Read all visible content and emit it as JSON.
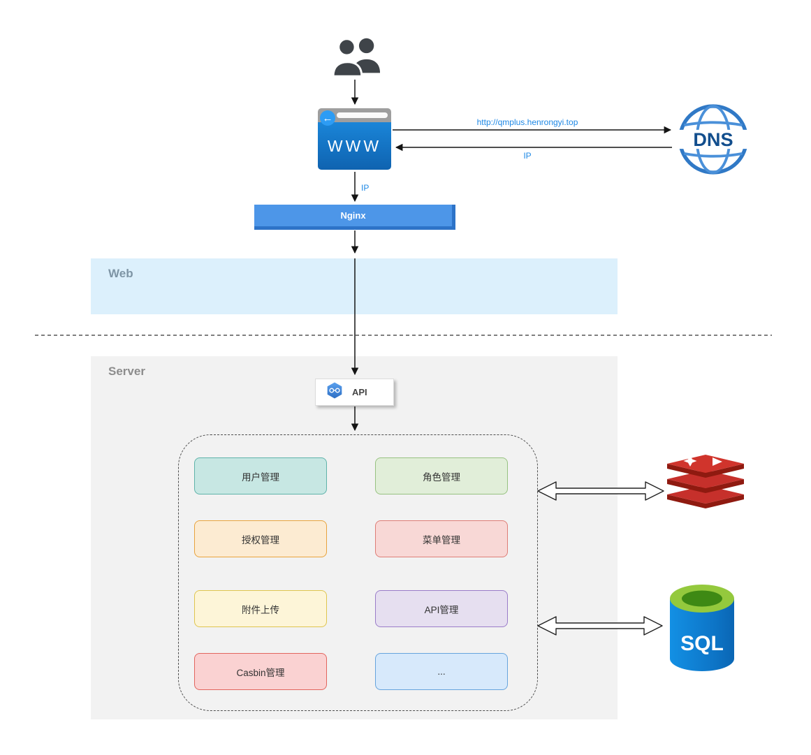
{
  "zones": {
    "web": {
      "label": "Web",
      "fill": "#dcf0fc"
    },
    "server": {
      "label": "Server",
      "fill": "#f2f2f2"
    }
  },
  "nodes": {
    "users": {
      "icon": "users-icon"
    },
    "browser": {
      "label": "WWW",
      "body_color": "#1273c2"
    },
    "dns": {
      "label": "DNS",
      "color": "#2d7dd2"
    },
    "nginx": {
      "label": "Nginx",
      "fill": "#4d96e8",
      "shade": "#2d73c8"
    },
    "api": {
      "label": "API",
      "hex_color": "#3b7fd9"
    },
    "redis": {
      "icon": "redis-icon",
      "color": "#c6302b"
    },
    "sql": {
      "label": "SQL",
      "body_color": "#0d74c6",
      "top_color": "#94c93d"
    }
  },
  "edges": {
    "browser_to_dns": {
      "label": "http://qmplus.henrongyi.top",
      "color": "#1e88e5"
    },
    "dns_to_browser": {
      "label": "IP",
      "color": "#1e88e5"
    },
    "browser_to_nginx": {
      "label": "IP",
      "color": "#1e88e5"
    }
  },
  "modules": [
    {
      "label": "用户管理",
      "fill": "#c7e7e3",
      "border": "#5fb3aa"
    },
    {
      "label": "角色管理",
      "fill": "#e1eed9",
      "border": "#97c281"
    },
    {
      "label": "授权管理",
      "fill": "#fcebd2",
      "border": "#e8a33d"
    },
    {
      "label": "菜单管理",
      "fill": "#f8d8d6",
      "border": "#de7d76"
    },
    {
      "label": "附件上传",
      "fill": "#fdf5d8",
      "border": "#dfc54f"
    },
    {
      "label": "API管理",
      "fill": "#e6dff0",
      "border": "#9a7cc9"
    },
    {
      "label": "Casbin管理",
      "fill": "#fad2d2",
      "border": "#e2655e"
    },
    {
      "label": "...",
      "fill": "#d7e9fb",
      "border": "#66a4dd"
    }
  ],
  "icons": [
    "users-icon",
    "browser-back-icon",
    "dns-globe-icon",
    "api-hexagon-icon",
    "redis-icon",
    "sql-database-icon"
  ]
}
